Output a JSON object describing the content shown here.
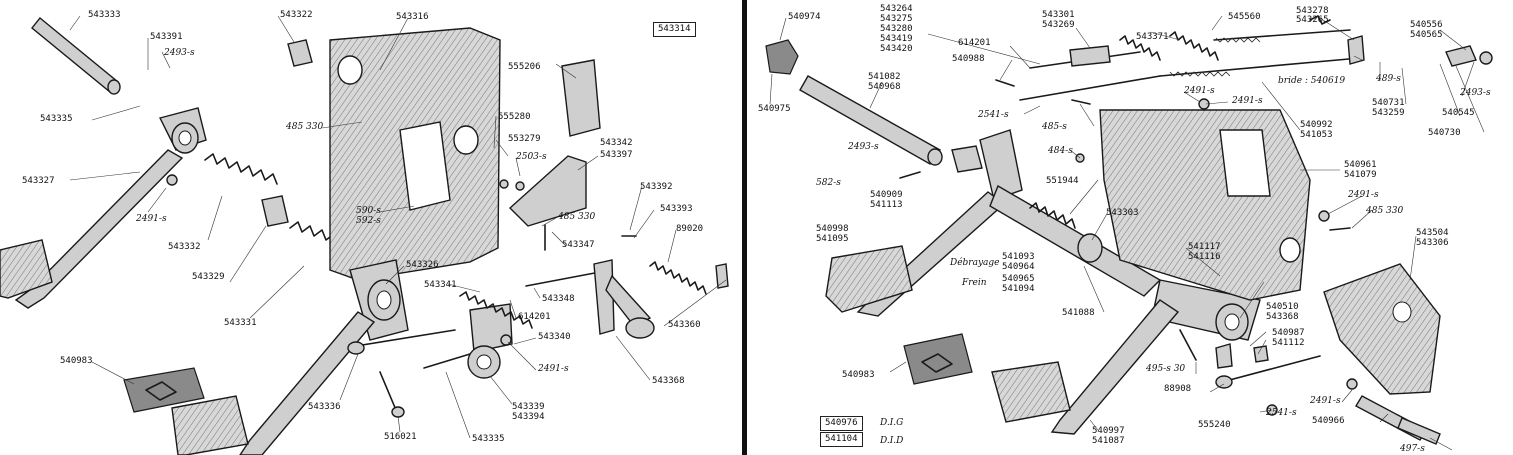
{
  "left": {
    "title_box": "543314",
    "labels": [
      {
        "id": "l1",
        "text": "543333"
      },
      {
        "id": "l2",
        "text": "543391"
      },
      {
        "id": "l3",
        "text": "2493-s"
      },
      {
        "id": "l4",
        "text": "543335"
      },
      {
        "id": "l5",
        "text": "543327"
      },
      {
        "id": "l6",
        "text": "2491-s"
      },
      {
        "id": "l7",
        "text": "543332"
      },
      {
        "id": "l8",
        "text": "543329"
      },
      {
        "id": "l9",
        "text": "543331"
      },
      {
        "id": "l10",
        "text": "543322"
      },
      {
        "id": "l11",
        "text": "543316"
      },
      {
        "id": "l12",
        "text": "485 330"
      },
      {
        "id": "l13",
        "text": "555206"
      },
      {
        "id": "l14",
        "text": "555280"
      },
      {
        "id": "l15",
        "text": "553279"
      },
      {
        "id": "l16",
        "text": "2503-s"
      },
      {
        "id": "l17",
        "text": "543342"
      },
      {
        "id": "l18",
        "text": "543397"
      },
      {
        "id": "l19",
        "text": "543392"
      },
      {
        "id": "l20",
        "text": "543393"
      },
      {
        "id": "l21",
        "text": "590-s"
      },
      {
        "id": "l22",
        "text": "592-s"
      },
      {
        "id": "l23",
        "text": "485 330"
      },
      {
        "id": "l24",
        "text": "543347"
      },
      {
        "id": "l25",
        "text": "89020"
      },
      {
        "id": "l26",
        "text": "543326"
      },
      {
        "id": "l27",
        "text": "543341"
      },
      {
        "id": "l28",
        "text": "543348"
      },
      {
        "id": "l29",
        "text": "614201"
      },
      {
        "id": "l30",
        "text": "543360"
      },
      {
        "id": "l31",
        "text": "543340"
      },
      {
        "id": "l32",
        "text": "2491-s"
      },
      {
        "id": "l33",
        "text": "543368"
      },
      {
        "id": "l34",
        "text": "540983"
      },
      {
        "id": "l35",
        "text": "543336"
      },
      {
        "id": "l36",
        "text": "516021"
      },
      {
        "id": "l37",
        "text": "543339"
      },
      {
        "id": "l38",
        "text": "543394"
      },
      {
        "id": "l39",
        "text": "543335"
      }
    ]
  },
  "right": {
    "boxes": [
      {
        "id": "b1",
        "text": "540976",
        "note": "D.I.G"
      },
      {
        "id": "b2",
        "text": "541104",
        "note": "D.I.D"
      }
    ],
    "labels": [
      {
        "id": "r1",
        "text": "540974"
      },
      {
        "id": "r2",
        "text": "540975"
      },
      {
        "id": "r3",
        "text": "543264"
      },
      {
        "id": "r4",
        "text": "543275"
      },
      {
        "id": "r5",
        "text": "543280"
      },
      {
        "id": "r6",
        "text": "543419"
      },
      {
        "id": "r7",
        "text": "543420"
      },
      {
        "id": "r8",
        "text": "614201"
      },
      {
        "id": "r9",
        "text": "540988"
      },
      {
        "id": "r10",
        "text": "543301"
      },
      {
        "id": "r11",
        "text": "543269"
      },
      {
        "id": "r12",
        "text": "543371"
      },
      {
        "id": "r13",
        "text": "545560"
      },
      {
        "id": "r14",
        "text": "543278"
      },
      {
        "id": "r15",
        "text": "543265"
      },
      {
        "id": "r16",
        "text": "540556"
      },
      {
        "id": "r17",
        "text": "540565"
      },
      {
        "id": "r18",
        "text": "541082"
      },
      {
        "id": "r19",
        "text": "540968"
      },
      {
        "id": "r20",
        "text": "2491-s"
      },
      {
        "id": "r21",
        "text": "2491-s"
      },
      {
        "id": "r22",
        "text": "bride : 540619"
      },
      {
        "id": "r23",
        "text": "489-s"
      },
      {
        "id": "r24",
        "text": "2493-s"
      },
      {
        "id": "r25",
        "text": "540731"
      },
      {
        "id": "r26",
        "text": "543259"
      },
      {
        "id": "r27",
        "text": "540545"
      },
      {
        "id": "r28",
        "text": "540730"
      },
      {
        "id": "r29",
        "text": "2541-s"
      },
      {
        "id": "r30",
        "text": "485-s"
      },
      {
        "id": "r31",
        "text": "540992"
      },
      {
        "id": "r32",
        "text": "541053"
      },
      {
        "id": "r33",
        "text": "2493-s"
      },
      {
        "id": "r34",
        "text": "484-s"
      },
      {
        "id": "r35",
        "text": "540961"
      },
      {
        "id": "r36",
        "text": "541079"
      },
      {
        "id": "r37",
        "text": "582-s"
      },
      {
        "id": "r38",
        "text": "540909"
      },
      {
        "id": "r39",
        "text": "541113"
      },
      {
        "id": "r40",
        "text": "551944"
      },
      {
        "id": "r41",
        "text": "2491-s"
      },
      {
        "id": "r42",
        "text": "485 330"
      },
      {
        "id": "r43",
        "text": "540998"
      },
      {
        "id": "r44",
        "text": "541095"
      },
      {
        "id": "r45",
        "text": "543303"
      },
      {
        "id": "r46",
        "text": "543504"
      },
      {
        "id": "r47",
        "text": "543306"
      },
      {
        "id": "r48",
        "text": "Débrayage"
      },
      {
        "id": "r49",
        "text": "541093"
      },
      {
        "id": "r50",
        "text": "540964"
      },
      {
        "id": "r51",
        "text": "Frein"
      },
      {
        "id": "r52",
        "text": "540965"
      },
      {
        "id": "r53",
        "text": "541094"
      },
      {
        "id": "r54",
        "text": "541117"
      },
      {
        "id": "r55",
        "text": "541116"
      },
      {
        "id": "r56",
        "text": "541088"
      },
      {
        "id": "r57",
        "text": "540510"
      },
      {
        "id": "r58",
        "text": "543368"
      },
      {
        "id": "r59",
        "text": "540987"
      },
      {
        "id": "r60",
        "text": "541112"
      },
      {
        "id": "r61",
        "text": "540983"
      },
      {
        "id": "r62",
        "text": "495-s 30"
      },
      {
        "id": "r63",
        "text": "88908"
      },
      {
        "id": "r64",
        "text": "2541-s"
      },
      {
        "id": "r65",
        "text": "2491-s"
      },
      {
        "id": "r66",
        "text": "540966"
      },
      {
        "id": "r67",
        "text": "540997"
      },
      {
        "id": "r68",
        "text": "541087"
      },
      {
        "id": "r69",
        "text": "555240"
      },
      {
        "id": "r70",
        "text": "497-s"
      }
    ]
  }
}
